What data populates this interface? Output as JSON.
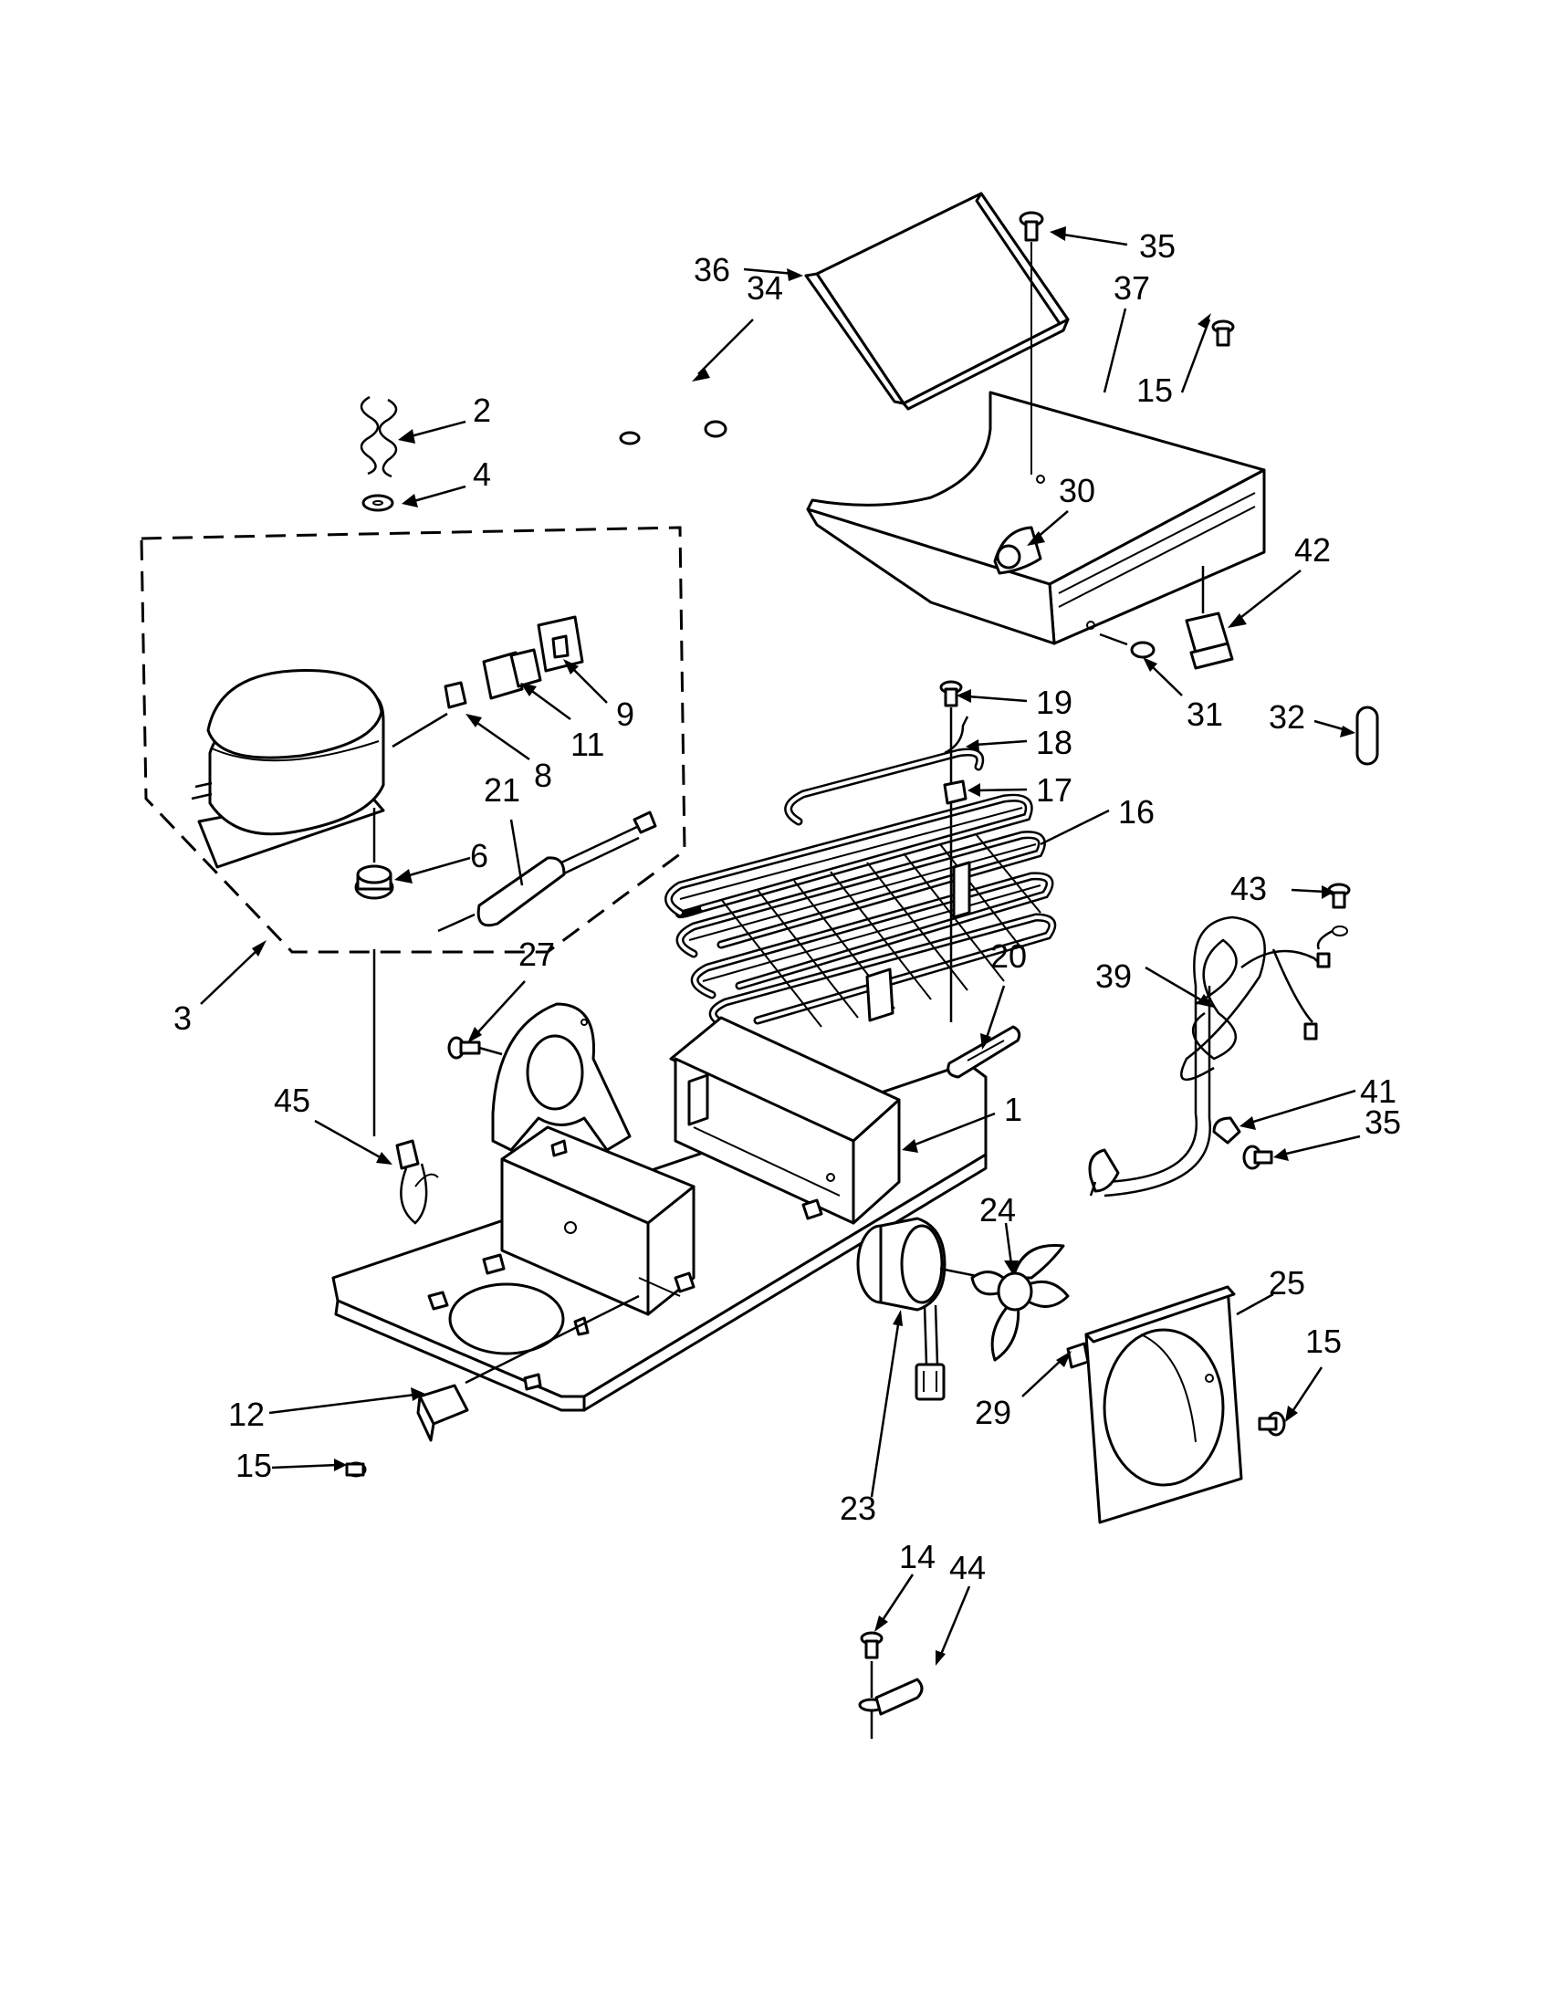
{
  "diagram": {
    "type": "exploded-parts-view",
    "callouts": [
      {
        "id": "c36",
        "label": "36"
      },
      {
        "id": "c35a",
        "label": "35"
      },
      {
        "id": "c34",
        "label": "34"
      },
      {
        "id": "c37",
        "label": "37"
      },
      {
        "id": "c2",
        "label": "2"
      },
      {
        "id": "c15a",
        "label": "15"
      },
      {
        "id": "c4",
        "label": "4"
      },
      {
        "id": "c30",
        "label": "30"
      },
      {
        "id": "c42",
        "label": "42"
      },
      {
        "id": "c9",
        "label": "9"
      },
      {
        "id": "c11",
        "label": "11"
      },
      {
        "id": "c8",
        "label": "8"
      },
      {
        "id": "c31",
        "label": "31"
      },
      {
        "id": "c32",
        "label": "32"
      },
      {
        "id": "c19",
        "label": "19"
      },
      {
        "id": "c18",
        "label": "18"
      },
      {
        "id": "c17",
        "label": "17"
      },
      {
        "id": "c21",
        "label": "21"
      },
      {
        "id": "c16",
        "label": "16"
      },
      {
        "id": "c6",
        "label": "6"
      },
      {
        "id": "c43",
        "label": "43"
      },
      {
        "id": "c3",
        "label": "3"
      },
      {
        "id": "c39",
        "label": "39"
      },
      {
        "id": "c27",
        "label": "27"
      },
      {
        "id": "c20",
        "label": "20"
      },
      {
        "id": "c45",
        "label": "45"
      },
      {
        "id": "c41",
        "label": "41"
      },
      {
        "id": "c1",
        "label": "1"
      },
      {
        "id": "c35b",
        "label": "35"
      },
      {
        "id": "c24",
        "label": "24"
      },
      {
        "id": "c25",
        "label": "25"
      },
      {
        "id": "c15b",
        "label": "15"
      },
      {
        "id": "c12",
        "label": "12"
      },
      {
        "id": "c29",
        "label": "29"
      },
      {
        "id": "c15c",
        "label": "15"
      },
      {
        "id": "c23",
        "label": "23"
      },
      {
        "id": "c14",
        "label": "14"
      },
      {
        "id": "c44",
        "label": "44"
      }
    ]
  }
}
